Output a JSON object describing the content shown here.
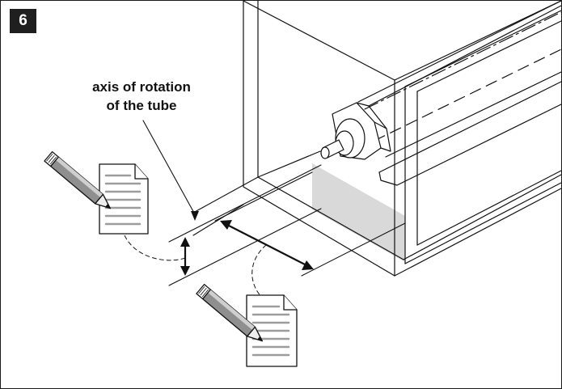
{
  "figure": {
    "step_number": "6",
    "callout_lines": [
      "axis of rotation",
      "of the tube"
    ]
  },
  "colors": {
    "badge_background": "#1f1f1f",
    "line": "#111111",
    "shaded_region": "#d9d9d9"
  },
  "icons": [
    "pencil-icon",
    "document-icon",
    "double-arrow-icon"
  ]
}
